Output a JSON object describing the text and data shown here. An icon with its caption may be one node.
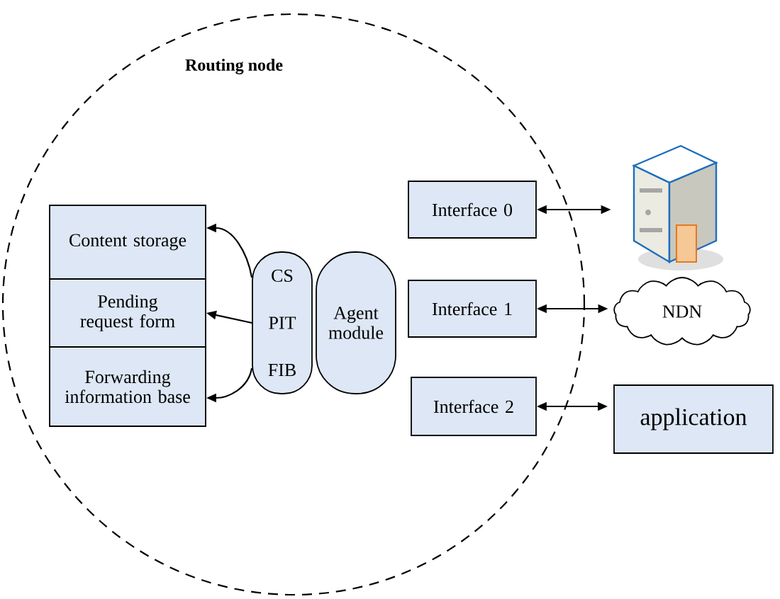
{
  "diagram": {
    "nodes": [
      {
        "text": [
          "Routing node"
        ]
      },
      {
        "text": [
          "Content storage"
        ],
        "in": 0
      },
      {
        "text": [
          "Pending request form"
        ],
        "in": 0
      },
      {
        "text": [
          "Forwarding information base"
        ],
        "in": 0
      },
      {
        "text": [
          "CS",
          "PIT",
          "FIB"
        ],
        "in": 0
      },
      {
        "text": [
          "Agent module"
        ],
        "in": 0
      },
      {
        "text": [
          "Interface 0"
        ],
        "in": 0
      },
      {
        "text": [
          "Interface 1"
        ],
        "in": 0
      },
      {
        "text": [
          "Interface 2"
        ],
        "in": 0
      },
      {
        "text": [],
        "shape": "picture"
      },
      {
        "text": [
          "NDN"
        ]
      },
      {
        "text": [
          "application"
        ]
      }
    ],
    "edges": [
      {
        "from": 4,
        "to": 1,
        "arrow": "to"
      },
      {
        "from": 4,
        "to": 2,
        "arrow": "to"
      },
      {
        "from": 4,
        "to": 3,
        "arrow": "to"
      },
      {
        "from": 6,
        "to": 9,
        "arrow": "both"
      },
      {
        "from": 7,
        "to": 10,
        "arrow": "both"
      },
      {
        "from": 8,
        "to": 11,
        "arrow": "both"
      }
    ]
  }
}
